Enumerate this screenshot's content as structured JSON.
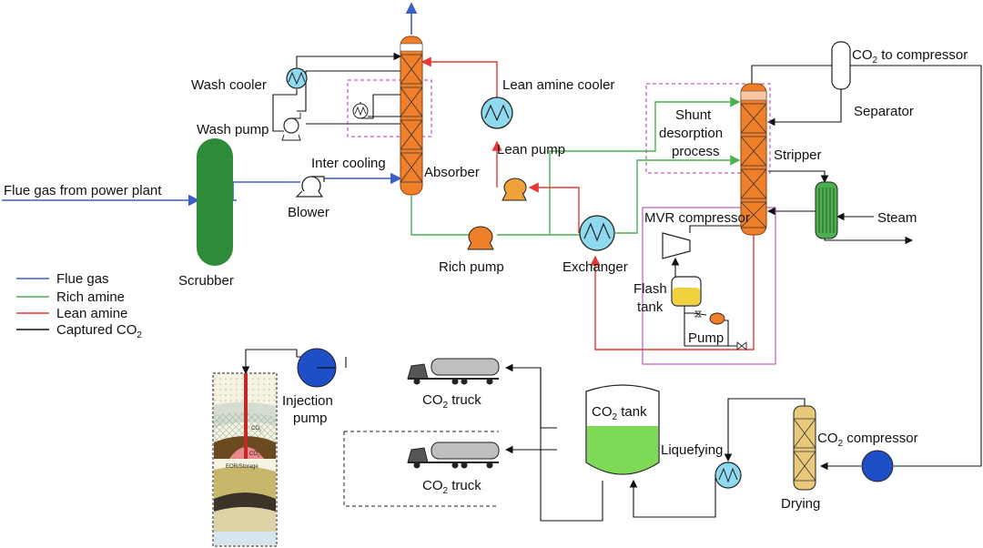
{
  "labels": {
    "flue_gas_in": "Flue gas from power plant",
    "scrubber": "Scrubber",
    "blower": "Blower",
    "inter_cooling": "Inter cooling",
    "wash_cooler": "Wash cooler",
    "wash_pump": "Wash pump",
    "absorber": "Absorber",
    "lean_amine_cooler": "Lean amine cooler",
    "lean_pump": "Lean pump",
    "rich_pump": "Rich pump",
    "exchanger": "Exchanger",
    "shunt_1": "Shunt",
    "shunt_2": "desorption",
    "shunt_3": "process",
    "stripper": "Stripper",
    "steam": "Steam",
    "mvr_compressor": "MVR compressor",
    "flash_1": "Flash",
    "flash_2": "tank",
    "pump": "Pump",
    "separator": "Separator",
    "co2_to_comp_pre": "CO",
    "co2_to_comp_sub": "2",
    "co2_to_comp_post": " to compressor",
    "co2_comp_pre": "CO",
    "co2_comp_sub": "2",
    "co2_comp_post": " compressor",
    "drying": "Drying",
    "liquefying": "Liquefying",
    "co2_tank_pre": "CO",
    "co2_tank_sub": "2",
    "co2_tank_post": "  tank",
    "truck1_pre": "CO",
    "truck1_sub": "2",
    "truck1_post": "  truck",
    "truck2_pre": "CO",
    "truck2_sub": "2",
    "truck2_post": "  truck",
    "injection_1": "Injection",
    "injection_2": "pump",
    "geo_co2_a": "CO",
    "geo_co2_a_sub": "2",
    "geo_co2_b": "CO",
    "geo_co2_b_sub": "2",
    "geo_storage": "EOR/Storage"
  },
  "legend": [
    {
      "label": "Flue gas",
      "sub": "",
      "color": "#3b5fc8"
    },
    {
      "label": "Rich amine",
      "sub": "",
      "color": "#4caf50"
    },
    {
      "label": "Lean amine",
      "sub": "",
      "color": "#e53935"
    },
    {
      "label": "Captured CO",
      "sub": "2",
      "color": "#111111"
    }
  ],
  "colors": {
    "flue_gas": "#3b5fc8",
    "rich_amine": "#4caf50",
    "lean_amine": "#e53935",
    "captured_co2": "#111111",
    "column": "#f07f2a",
    "scrubber": "#2e8b3a",
    "tank_liquid": "#7ed957",
    "flash_liquid": "#f2d23c",
    "drying": "#e8c87a",
    "pump_blue": "#1f4fc7",
    "dashed_box": "#b03ab8"
  }
}
